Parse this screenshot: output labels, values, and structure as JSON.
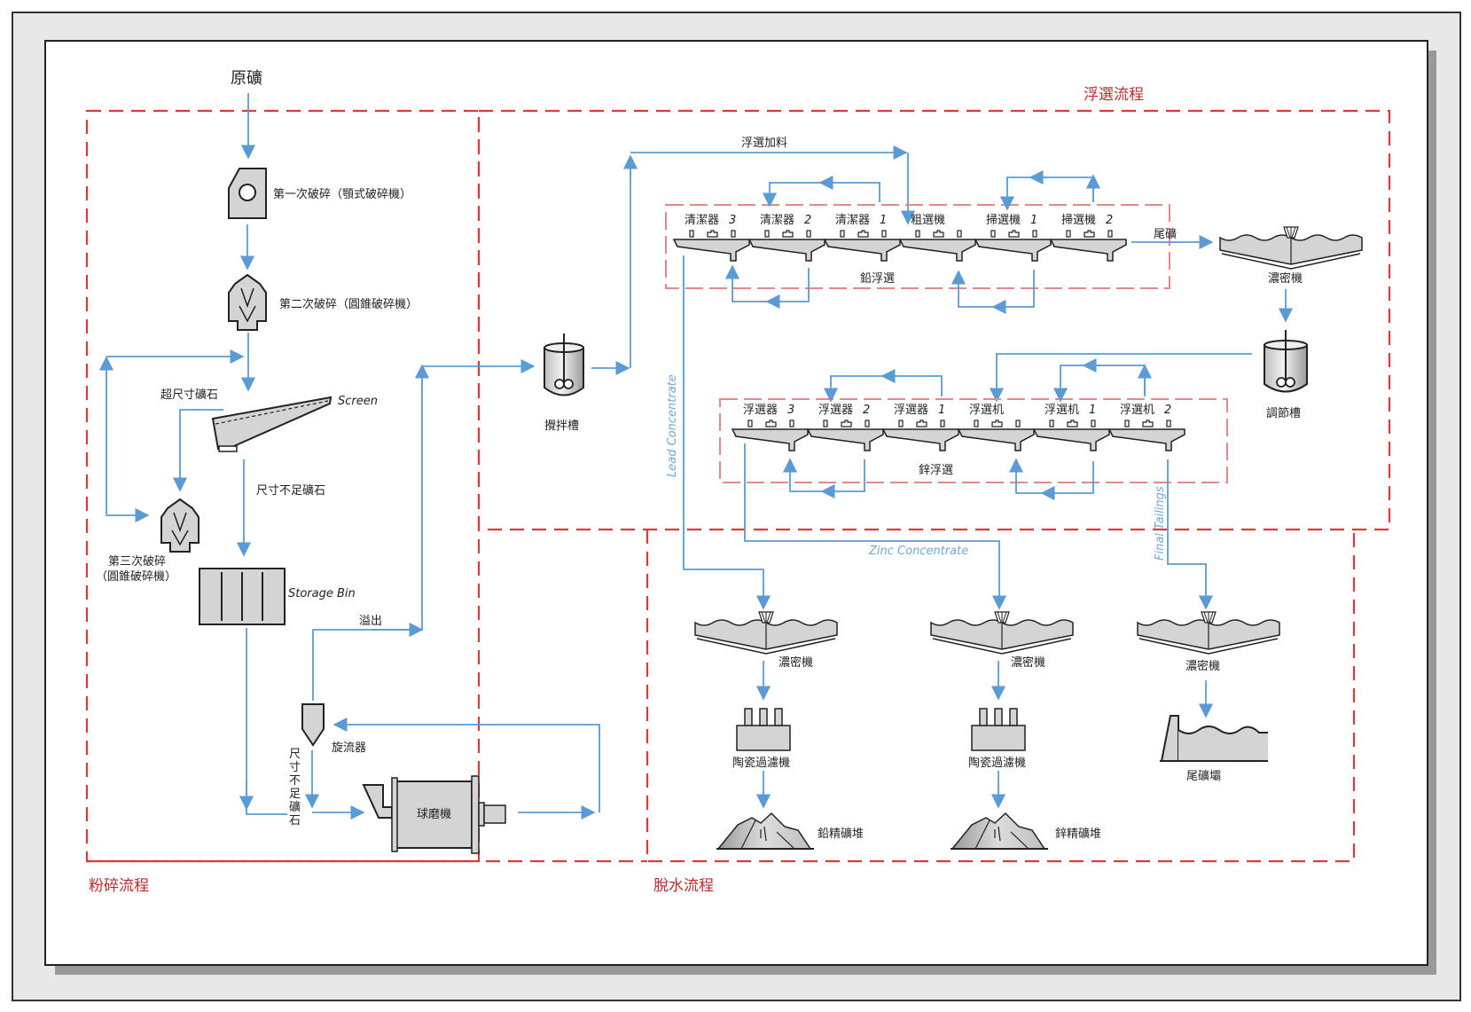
{
  "sections": {
    "crushing": "粉碎流程",
    "flotation": "浮選流程",
    "dewatering": "脫水流程"
  },
  "crushing": {
    "raw_ore": "原礦",
    "primary": "第一次破碎（顎式破碎機）",
    "secondary": "第二次破碎（圓錐破碎機）",
    "oversize": "超尺寸礦石",
    "screen": "Screen",
    "undersize": "尺寸不足礦石",
    "tertiary_line1": "第三次破碎",
    "tertiary_line2": "（圓錐破碎機）",
    "storage_bin": "Storage Bin",
    "overflow": "溢出",
    "cyclone": "旋流器",
    "cyclone_underflow": "尺寸不足礦石",
    "ball_mill": "球磨機"
  },
  "flotation": {
    "agitator": "攪拌槽",
    "feed": "浮選加料",
    "lead_circuit": {
      "title": "鉛浮選",
      "cells": [
        {
          "name": "清潔器",
          "num": "3"
        },
        {
          "name": "清潔器",
          "num": "2"
        },
        {
          "name": "清潔器",
          "num": "1"
        },
        {
          "name": "粗選機",
          "num": ""
        },
        {
          "name": "掃選機",
          "num": "1"
        },
        {
          "name": "掃選機",
          "num": "2"
        }
      ]
    },
    "tailings": "尾礦",
    "thickener": "濃密機",
    "conditioner": "調節槽",
    "zinc_circuit": {
      "title": "鋅浮選",
      "cells": [
        {
          "name": "浮選器",
          "num": "3"
        },
        {
          "name": "浮選器",
          "num": "2"
        },
        {
          "name": "浮選器",
          "num": "1"
        },
        {
          "name": "浮選机",
          "num": ""
        },
        {
          "name": "浮選机",
          "num": "1"
        },
        {
          "name": "浮選机",
          "num": "2"
        }
      ]
    },
    "lead_concentrate": "Lead Concentrate",
    "zinc_concentrate": "Zinc Concentrate",
    "final_tailings": "Final Tailings"
  },
  "dewatering": {
    "lead": {
      "thickener": "濃密機",
      "filter": "陶瓷過濾機",
      "stockpile": "鉛精礦堆"
    },
    "zinc": {
      "thickener": "濃密機",
      "filter": "陶瓷過濾機",
      "stockpile": "鋅精礦堆"
    },
    "tails": {
      "thickener": "濃密機",
      "dam": "尾礦壩"
    }
  },
  "colors": {
    "flow_line": "#5b9bd5",
    "section_border": "#d93a3a",
    "circuit_border": "#e08a8a",
    "equipment_fill": "#d4d4d4"
  }
}
